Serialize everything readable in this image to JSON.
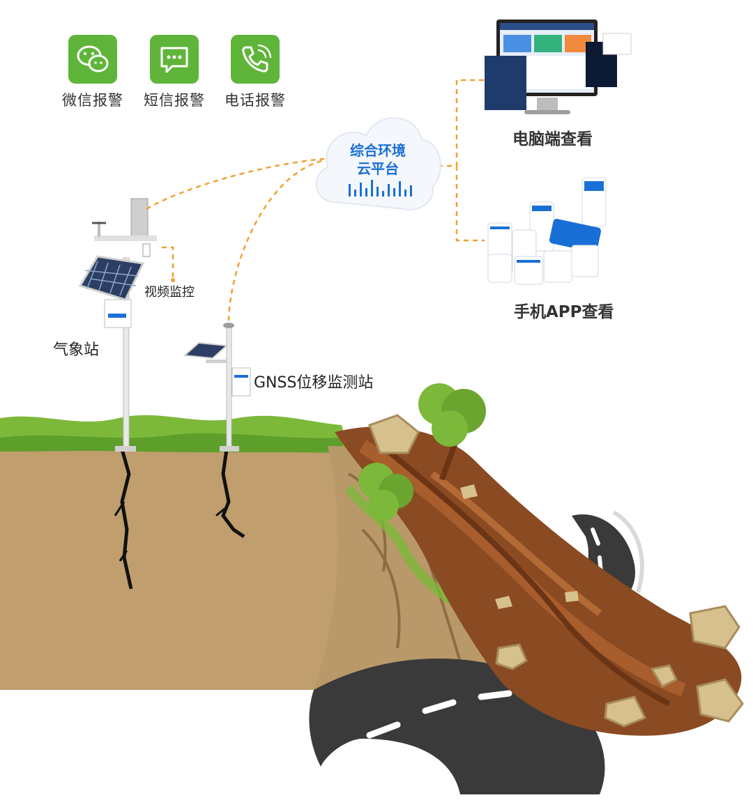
{
  "alerts": [
    {
      "label": "微信报警",
      "icon": "wechat-icon"
    },
    {
      "label": "短信报警",
      "icon": "sms-icon"
    },
    {
      "label": "电话报警",
      "icon": "phone-icon"
    }
  ],
  "cloud": {
    "line1": "综合环境",
    "line2": "云平台"
  },
  "views": {
    "pc": "电脑端查看",
    "mobile": "手机APP查看"
  },
  "stations": {
    "weather": "气象站",
    "video": "视频监控",
    "gnss": "GNSS位移监测站"
  },
  "colors": {
    "alert_green": "#5fb53a",
    "dashed_orange": "#f0a030",
    "cloud_blue": "#1a6fd6",
    "soil": "#c19e6e",
    "grass": "#7cb83a",
    "mud": "#8a4a22",
    "road": "#3a3a3a"
  }
}
